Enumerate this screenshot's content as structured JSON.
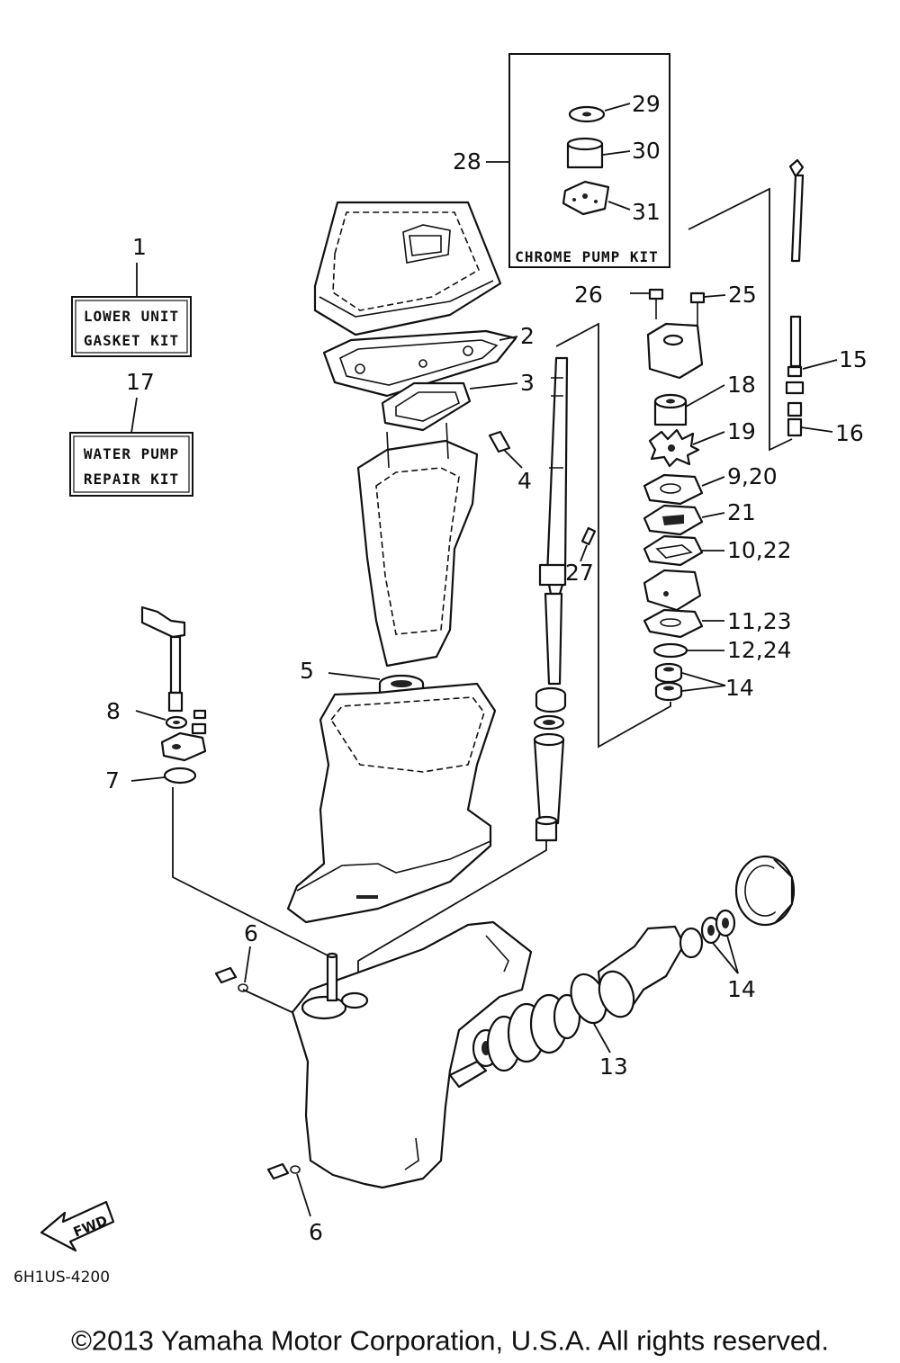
{
  "diagram": {
    "kits": {
      "lower_unit": {
        "number": "1",
        "line1": "LOWER UNIT",
        "line2": "GASKET KIT"
      },
      "water_pump": {
        "number": "17",
        "line1": "WATER PUMP",
        "line2": "REPAIR KIT"
      },
      "chrome_pump": {
        "number": "28",
        "label": "CHROME PUMP KIT"
      }
    },
    "callouts": {
      "c2": "2",
      "c3": "3",
      "c4": "4",
      "c5": "5",
      "c6a": "6",
      "c6b": "6",
      "c7": "7",
      "c8": "8",
      "c9_20": "9,20",
      "c10_22": "10,22",
      "c11_23": "11,23",
      "c12_24": "12,24",
      "c13": "13",
      "c14a": "14",
      "c14b": "14",
      "c15": "15",
      "c16": "16",
      "c18": "18",
      "c19": "19",
      "c21": "21",
      "c25": "25",
      "c26": "26",
      "c27": "27",
      "c29": "29",
      "c30": "30",
      "c31": "31"
    },
    "fwd": "FWD",
    "diagram_code": "6H1US-4200"
  },
  "footer": {
    "copyright": "©2013 Yamaha Motor Corporation, U.S.A. All rights reserved."
  }
}
